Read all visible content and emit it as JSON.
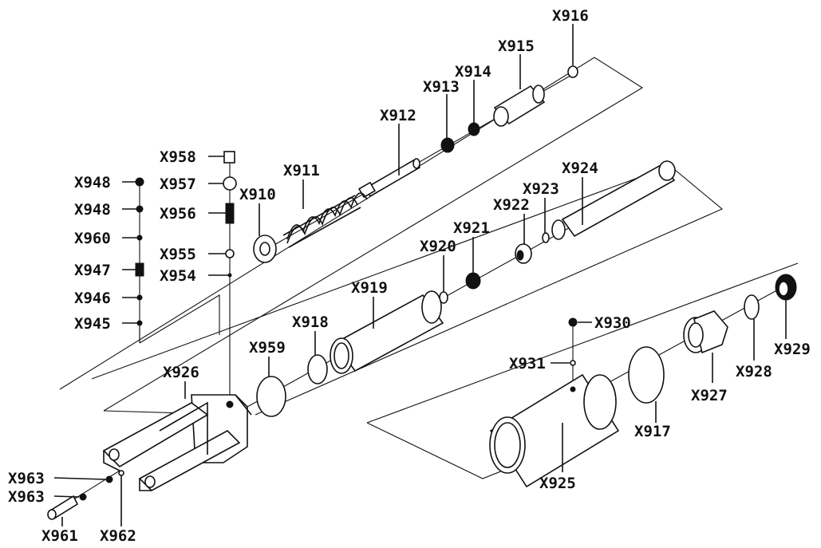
{
  "labels": {
    "x916": "X916",
    "x915": "X915",
    "x914": "X914",
    "x913": "X913",
    "x912": "X912",
    "x911": "X911",
    "x910": "X910",
    "x958": "X958",
    "x957": "X957",
    "x956": "X956",
    "x955": "X955",
    "x954": "X954",
    "x948a": "X948",
    "x948b": "X948",
    "x960": "X960",
    "x947": "X947",
    "x946": "X946",
    "x945": "X945",
    "x924": "X924",
    "x923": "X923",
    "x922": "X922",
    "x921": "X921",
    "x920": "X920",
    "x919": "X919",
    "x918": "X918",
    "x959": "X959",
    "x926": "X926",
    "x930": "X930",
    "x931": "X931",
    "x929": "X929",
    "x928": "X928",
    "x927": "X927",
    "x917": "X917",
    "x925": "X925",
    "x963a": "X963",
    "x963b": "X963",
    "x961": "X961",
    "x962": "X962"
  }
}
